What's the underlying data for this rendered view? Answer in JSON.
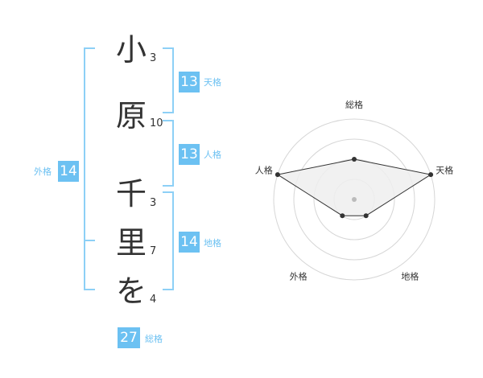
{
  "name": {
    "chars": [
      "小",
      "原",
      "千",
      "里",
      "を"
    ],
    "strokes": [
      "3",
      "10",
      "3",
      "7",
      "4"
    ]
  },
  "kakusu": {
    "tenkaku": {
      "value": "13",
      "label": "天格"
    },
    "jinkaku": {
      "value": "13",
      "label": "人格"
    },
    "chikaku": {
      "value": "14",
      "label": "地格"
    },
    "gaikaku": {
      "value": "14",
      "label": "外格"
    },
    "soukaku": {
      "value": "27",
      "label": "総格"
    }
  },
  "radar": {
    "axes": [
      "総格",
      "天格",
      "地格",
      "外格",
      "人格"
    ],
    "levels": 4,
    "values": [
      2,
      4,
      1,
      1,
      4
    ],
    "max": 4,
    "colors": {
      "grid": "#d6d6d6",
      "fill": "#eeeeee",
      "line": "#333333",
      "center": "#bbbbbb"
    }
  }
}
